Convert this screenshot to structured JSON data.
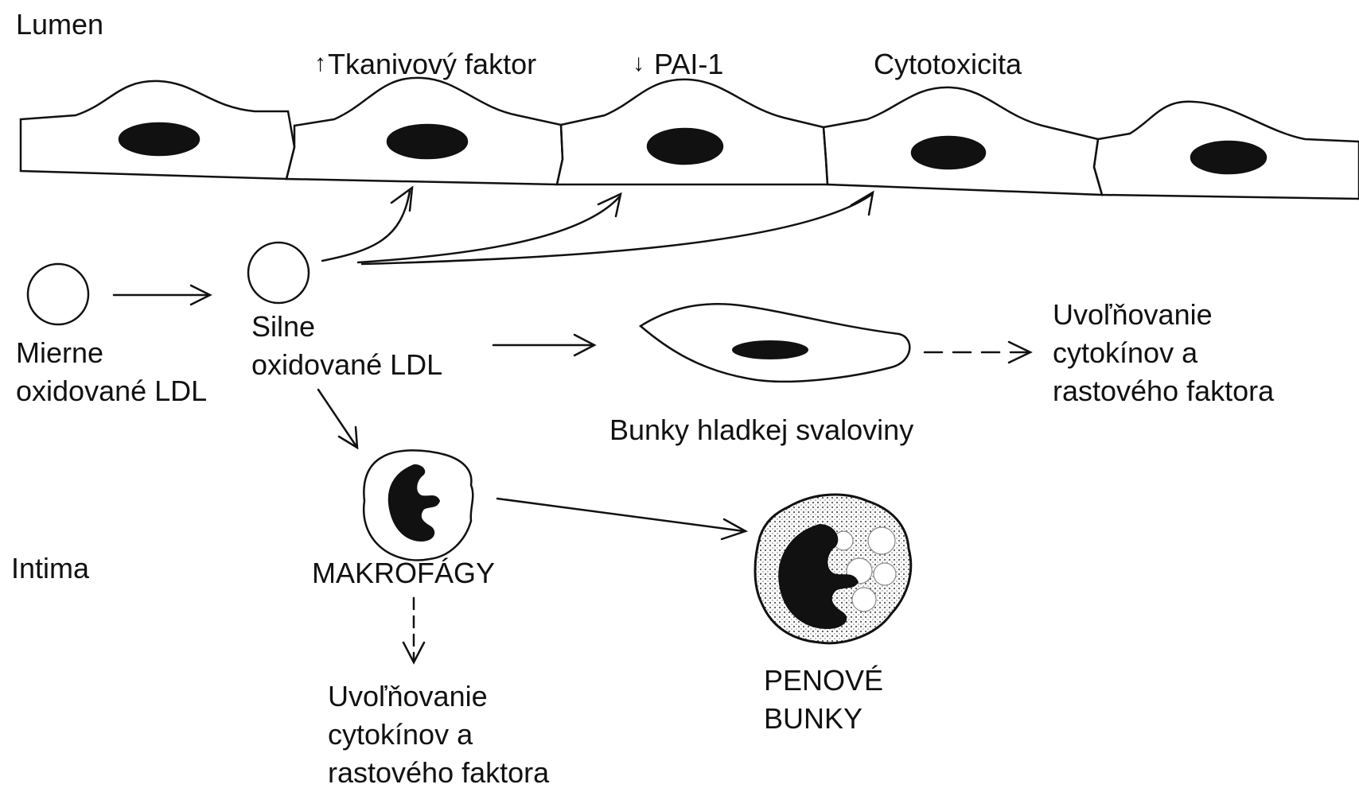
{
  "labels": {
    "lumen": "Lumen",
    "intima": "Intima",
    "tissue_factor": "Tkanivový faktor",
    "pai1": "PAI-1",
    "cytotoxicity": "Cytotoxicita",
    "mild_ldl": [
      "Mierne",
      "oxidované LDL"
    ],
    "strong_ldl": [
      "Silne",
      "oxidované LDL"
    ],
    "smooth_muscle": "Bunky hladkej svaloviny",
    "release_right": [
      "Uvoľňovanie",
      "cytokínov a",
      "rastového faktora"
    ],
    "macrophages": "MAKROFÁGY",
    "release_bottom": [
      "Uvoľňovanie",
      "cytokínov a",
      "rastového faktora"
    ],
    "foam_cells": [
      "PENOVÉ",
      "BUNKY"
    ]
  },
  "icons": {
    "increase_marker": "up-arrow-icon",
    "decrease_marker": "down-arrow-icon"
  }
}
